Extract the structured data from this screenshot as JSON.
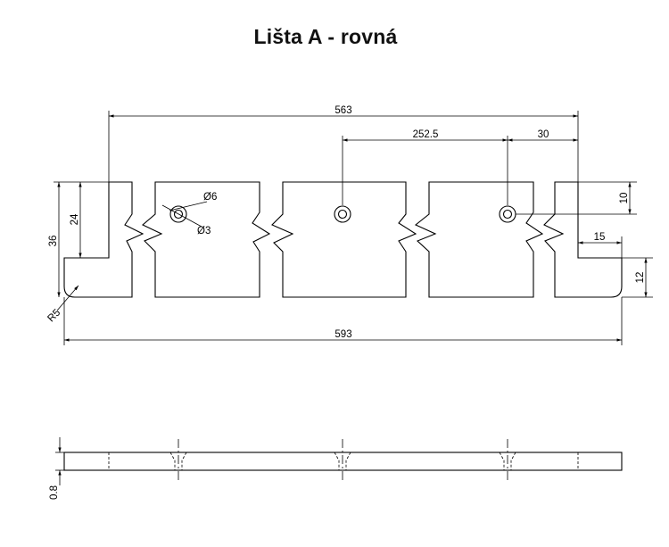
{
  "title": "Lišta A - rovná",
  "dimensions": {
    "total_length": "563",
    "hole_distance": "252.5",
    "edge_hole_offset": "30",
    "hole_outer_diameter": "Ø6",
    "hole_inner_diameter": "Ø3",
    "height_total": "36",
    "height_upper": "24",
    "edge_to_hole_vertical": "10",
    "notch_width": "15",
    "notch_height": "12",
    "corner_radius": "R5",
    "overall_length": "593",
    "thickness": "0.8"
  },
  "colors": {
    "line": "#000000",
    "background": "#ffffff"
  }
}
